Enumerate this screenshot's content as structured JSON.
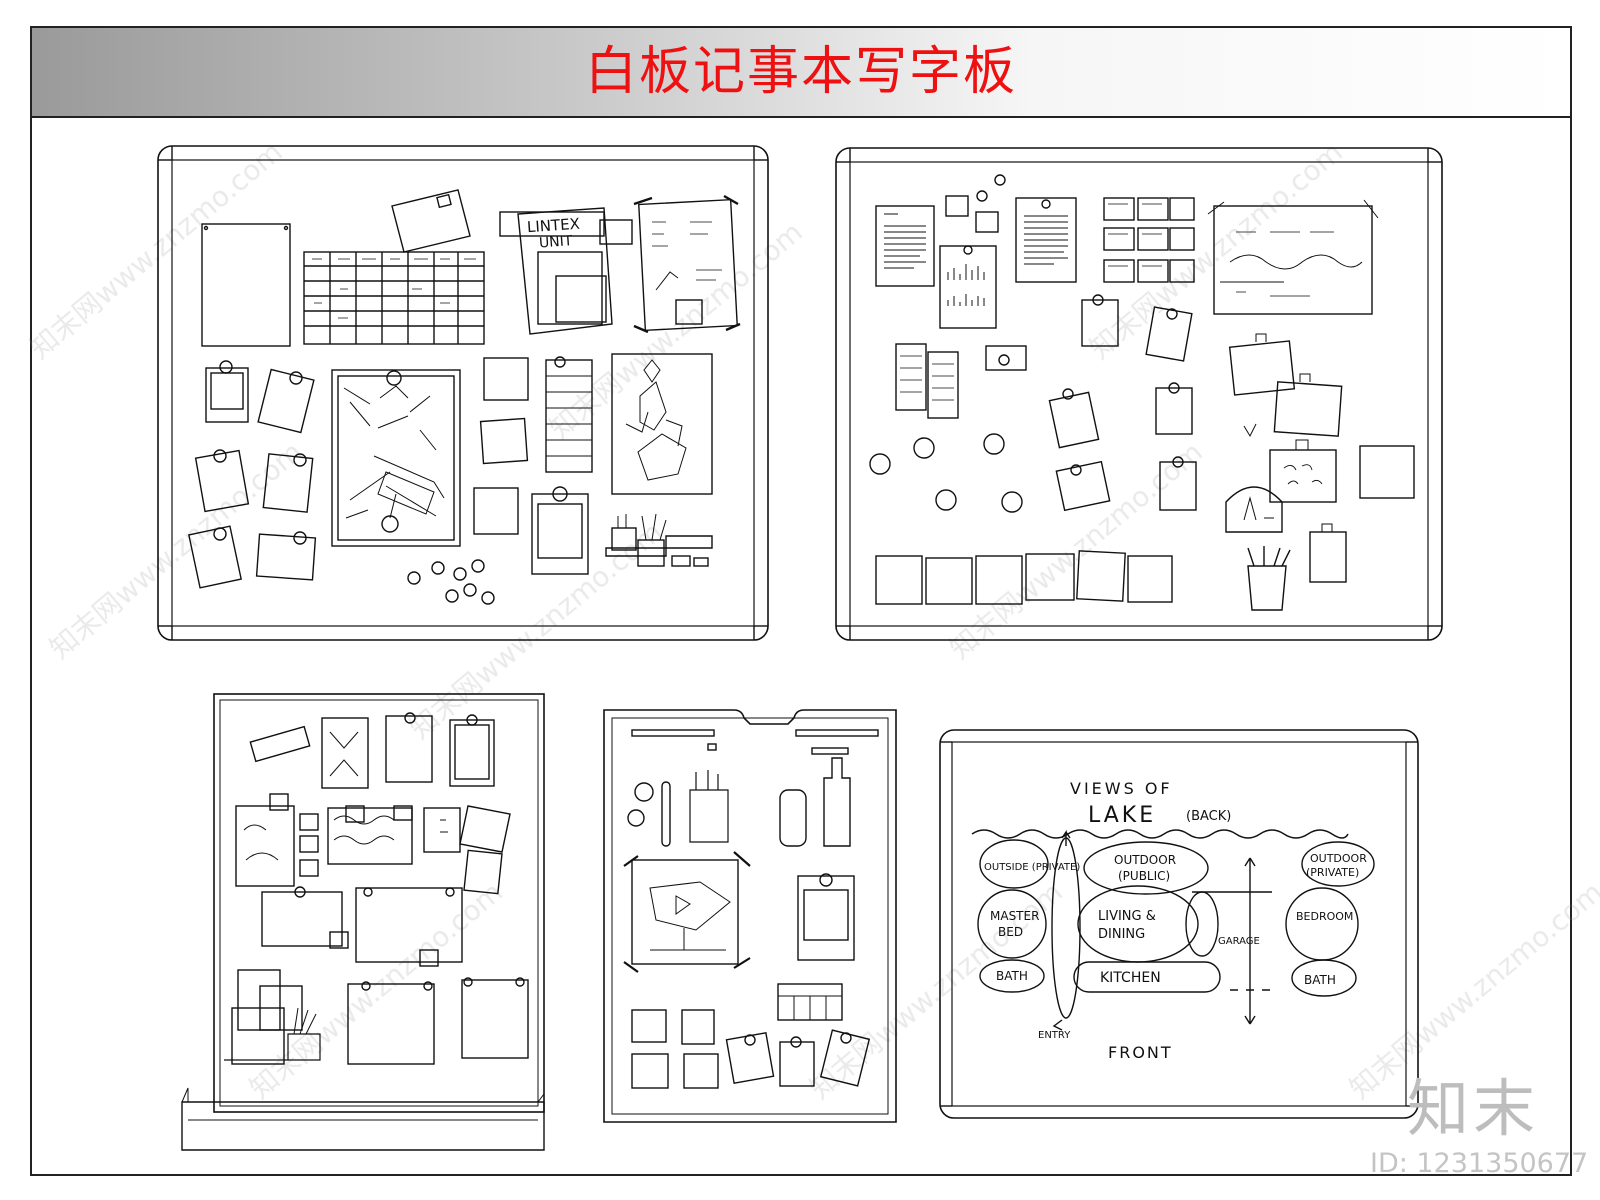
{
  "title": {
    "text": "白板记事本写字板",
    "color": "#ee1111"
  },
  "board1": {
    "lintex_line1": "LINTEX",
    "lintex_line2": "UNIT"
  },
  "board5": {
    "heading_line1": "VIEWS OF",
    "heading_lake": "LAKE",
    "heading_back": "(BACK)",
    "outside_private": "OUTSIDE (PRIVATE)",
    "outdoor_public_1": "OUTDOOR",
    "outdoor_public_2": "(PUBLIC)",
    "outdoor_private_1": "OUTDOOR",
    "outdoor_private_2": "(PRIVATE)",
    "master_bed_1": "MASTER",
    "master_bed_2": "BED",
    "living_1": "LIVING &",
    "living_2": "DINING",
    "bedroom": "BEDROOM",
    "garage": "GARAGE",
    "kitchen": "KITCHEN",
    "bath_left": "BATH",
    "bath_right": "BATH",
    "entry": "ENTRY",
    "front": "FRONT"
  },
  "watermark": {
    "logo": "知末",
    "id_label": "ID: 1231350677",
    "site_text": "知末网www.znzmo.com"
  }
}
